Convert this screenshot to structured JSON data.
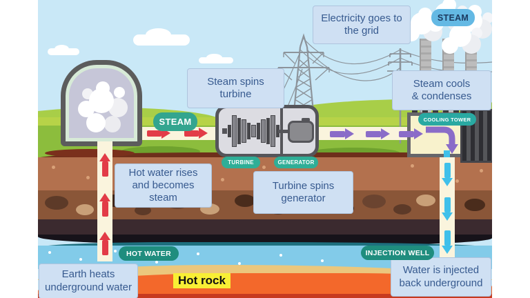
{
  "boxes": {
    "electricity_grid": "Electricity goes to\nthe grid",
    "steam_spins_turbine": "Steam spins\nturbine",
    "steam_cools_condenses": "Steam cools\n& condenses",
    "hot_water_rises": "Hot water rises\nand becomes\nsteam",
    "turbine_spins_generator": "Turbine spins\ngenerator",
    "earth_heats_water": "Earth heats\nunderground water",
    "water_injected_back": "Water is injected\nback underground"
  },
  "badges": {
    "steam_chimney": "STEAM",
    "steam_pipe": "STEAM",
    "turbine": "TURBINE",
    "generator": "GENERATOR",
    "cooling_tower": "COOLING TOWER",
    "hot_water": "HOT WATER",
    "injection_well": "INJECTION WELL"
  },
  "labels": {
    "hot_rock": "Hot rock"
  },
  "colors": {
    "sky": "#c9e8f7",
    "grass": "#8cbd3d",
    "teal_badge": "#2aa38e",
    "blue_badge": "#64b9e4",
    "box_fill": "#cfe0f3",
    "box_text": "#375a8f",
    "red_arrow": "#e23b47",
    "purple_arrow": "#8a6cc8",
    "cyan_arrow": "#3fc0ea",
    "hot_rock_highlight": "#f8ef35",
    "hot_rock_orange": "#f3682b",
    "water": "#82cbe9"
  }
}
